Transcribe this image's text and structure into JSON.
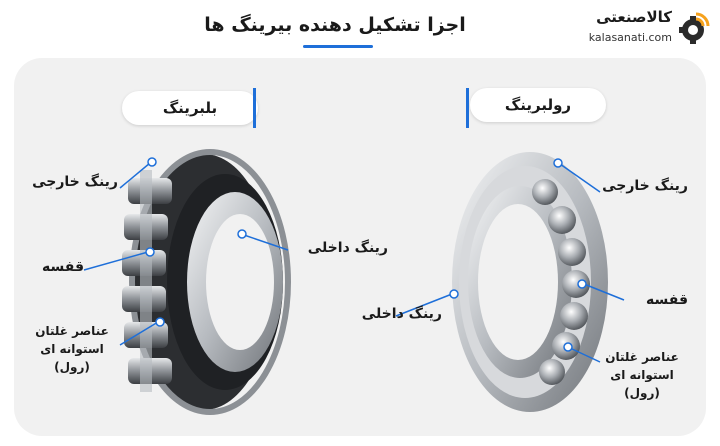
{
  "header": {
    "title": "اجزا تشکیل دهنده بیرینگ ها",
    "logo_name": "کالاصنعتی",
    "logo_url_text": "kalasanati.com",
    "accent_color": "#1e6fd9",
    "logo_icon": "gear-wifi-icon"
  },
  "left_section": {
    "title": "بلبرینگ",
    "labels": {
      "outer_ring": "رینگ خارجی",
      "cage": "قفسه",
      "rolling_elements_line1": "عناصر غلتان",
      "rolling_elements_line2": "استوانه ای (رول)",
      "inner_ring": "رینگ داخلی"
    }
  },
  "right_section": {
    "title": "رولبرینگ",
    "labels": {
      "outer_ring": "رینگ خارجی",
      "cage": "قفسه",
      "rolling_elements_line1": "عناصر غلتان",
      "rolling_elements_line2": "استوانه ای (رول)",
      "inner_ring": "رینگ داخلی"
    }
  }
}
